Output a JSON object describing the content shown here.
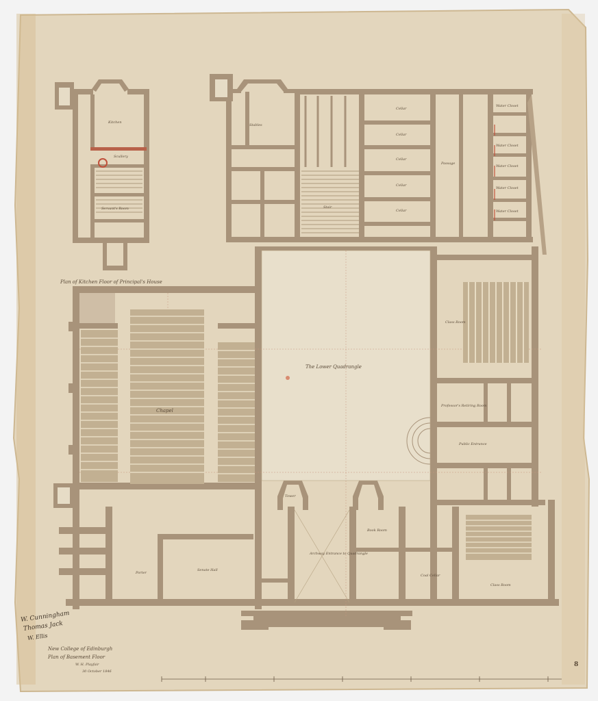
{
  "drawing": {
    "sheet_number": "8",
    "palette": {
      "paper": "#e3d6bd",
      "paper_edge": "#d2bb92",
      "wall": "#a8937a",
      "floor": "#e6dcc6",
      "ink": "#6b5a45",
      "red_ink": "#c0503a"
    },
    "titles": {
      "upper_plan": "Plan of Kitchen Floor of Principal's House",
      "main_plan": "Plan of Basement Floor"
    },
    "title_block": {
      "line1": "New College of Edinburgh",
      "line2": "Plan of Basement Floor",
      "architect": "W. H. Playfair",
      "date": "30 October 1846"
    },
    "signatures": [
      "W. Cunningham",
      "Thomas Jack",
      "W. Ellis"
    ],
    "rooms": {
      "kitchen": "Kitchen",
      "scullery": "Scullery",
      "passage": "Passage",
      "stair": "Stair",
      "servants_room": "Servant's Room",
      "stables": "Stables",
      "cellars": [
        "Cellar",
        "Cellar",
        "Cellar",
        "Cellar",
        "Cellar"
      ],
      "water_closets": [
        "Water Closet",
        "Water Closet",
        "Water Closet",
        "Water Closet",
        "Water Closet"
      ],
      "chapel": "Chapel",
      "quadrangle": "The Lower Quadrangle",
      "class_room_upper": "Class Room",
      "class_room_lower": "Class Room",
      "professors_retiring_room": "Professor's Retiring Room",
      "public_entrance": "Public Entrance",
      "senate_hall": "Senate Hall",
      "porter": "Porter",
      "archway": "Archway Entrance to Quadrangle",
      "book_room": "Book Room",
      "tower": "Tower",
      "coal_cellar": "Coal Cellar"
    }
  }
}
